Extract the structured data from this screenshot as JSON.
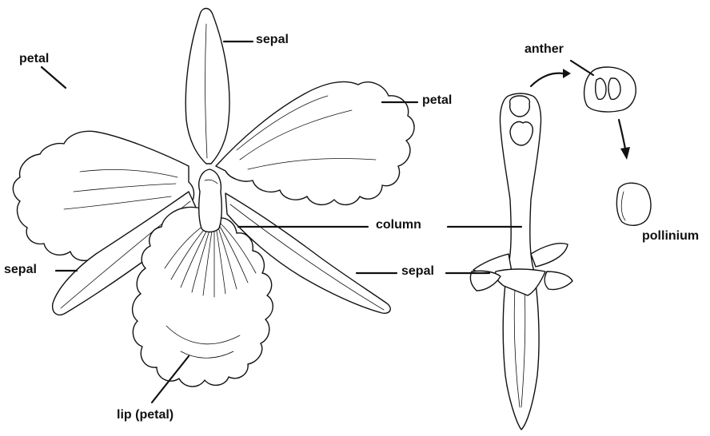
{
  "labels": {
    "sepal_top": "sepal",
    "petal_left": "petal",
    "petal_right": "petal",
    "column": "column",
    "sepal_left": "sepal",
    "sepal_right": "sepal",
    "lip": "lip (petal)",
    "anther": "anther",
    "pollinium": "pollinium"
  },
  "colors": {
    "ink": "#111111",
    "paper": "#ffffff"
  }
}
